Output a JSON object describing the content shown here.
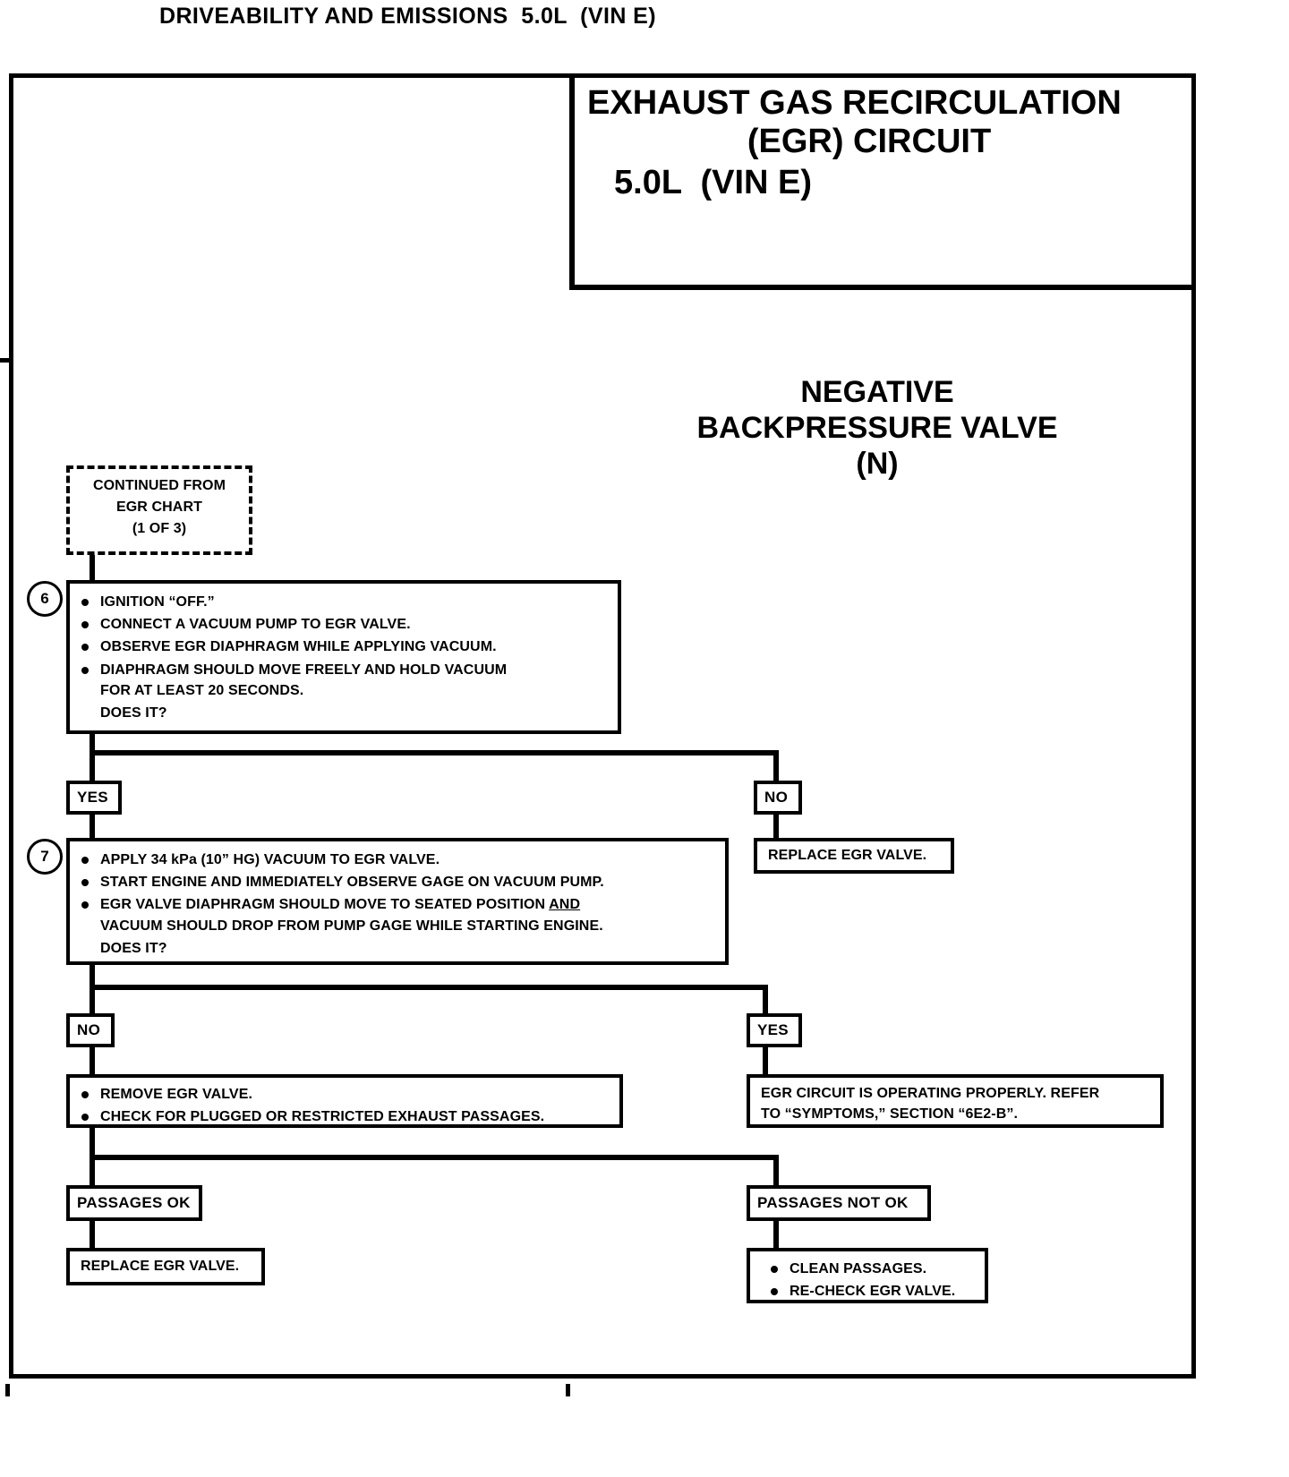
{
  "header": {
    "title": "DRIVEABILITY AND EMISSIONS  5.0L  (VIN E)"
  },
  "title_block": {
    "line1": "EXHAUST GAS RECIRCULATION",
    "line2": "(EGR) CIRCUIT",
    "line3": "5.0L  (VIN E)"
  },
  "subtitle": "NEGATIVE\nBACKPRESSURE VALVE\n(N)",
  "flow": {
    "continued_from": {
      "line1": "CONTINUED FROM",
      "line2": "EGR CHART",
      "line3": "(1 OF 3)"
    },
    "step6": {
      "number": "6",
      "bullets": [
        "IGNITION “OFF.”",
        "CONNECT A VACUUM PUMP TO EGR VALVE.",
        "OBSERVE EGR DIAPHRAGM WHILE APPLYING VACUUM.",
        "DIAPHRAGM SHOULD MOVE FREELY AND HOLD VACUUM\nFOR AT LEAST 20 SECONDS."
      ],
      "question": "DOES IT?"
    },
    "branch6_yes": "YES",
    "branch6_no": "NO",
    "replace_valve_right": "REPLACE EGR VALVE.",
    "step7": {
      "number": "7",
      "bullets": [
        "APPLY 34 kPa (10” HG) VACUUM TO EGR VALVE.",
        "START ENGINE AND IMMEDIATELY OBSERVE GAGE ON VACUUM PUMP."
      ],
      "bullet3_a": "EGR VALVE DIAPHRAGM SHOULD MOVE TO SEATED POSITION ",
      "bullet3_underlined": "AND",
      "bullet3_b": "VACUUM SHOULD DROP FROM PUMP GAGE WHILE STARTING ENGINE.",
      "question": "DOES IT?"
    },
    "branch7_no": "NO",
    "branch7_yes": "YES",
    "remove_valve": {
      "bullets": [
        "REMOVE EGR VALVE.",
        "CHECK FOR PLUGGED OR RESTRICTED EXHAUST PASSAGES."
      ]
    },
    "circuit_ok": "EGR CIRCUIT IS OPERATING PROPERLY.  REFER\nTO “SYMPTOMS,” SECTION “6E2-B”.",
    "passages_ok": "PASSAGES OK",
    "passages_not_ok": "PASSAGES NOT OK",
    "replace_valve_bottom": "REPLACE EGR VALVE.",
    "clean_passages": {
      "bullets": [
        "CLEAN PASSAGES.",
        "RE-CHECK EGR VALVE."
      ]
    }
  },
  "colors": {
    "ink": "#000000",
    "paper": "#ffffff"
  }
}
